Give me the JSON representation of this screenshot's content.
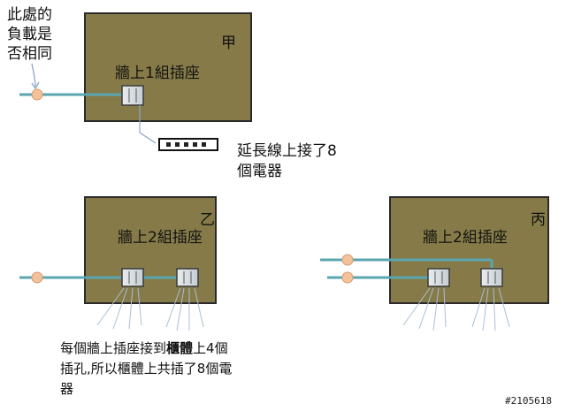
{
  "question": {
    "line1": "此處的",
    "line2": "負載是",
    "line3": "否相同"
  },
  "panel_a": {
    "tag": "甲",
    "title": "牆上1組插座"
  },
  "extension_note": {
    "line1": "延長線上接了8",
    "line2": "個電器"
  },
  "panel_b": {
    "tag": "乙",
    "title": "牆上2組插座"
  },
  "panel_c": {
    "tag": "丙",
    "title": "牆上2組插座"
  },
  "bottom_note": {
    "line1_prefix": "每個牆上插座接到",
    "line1_bold": "櫃體",
    "line1_suffix": "上4個",
    "line2": "插孔,所以櫃體上共插了8個電",
    "line3": "器"
  },
  "watermark": "#2105618",
  "colors": {
    "box_fill": "#867b48",
    "wire": "#5aa6b0",
    "node": "#f3c29b",
    "arrow": "#8aa6c8"
  }
}
